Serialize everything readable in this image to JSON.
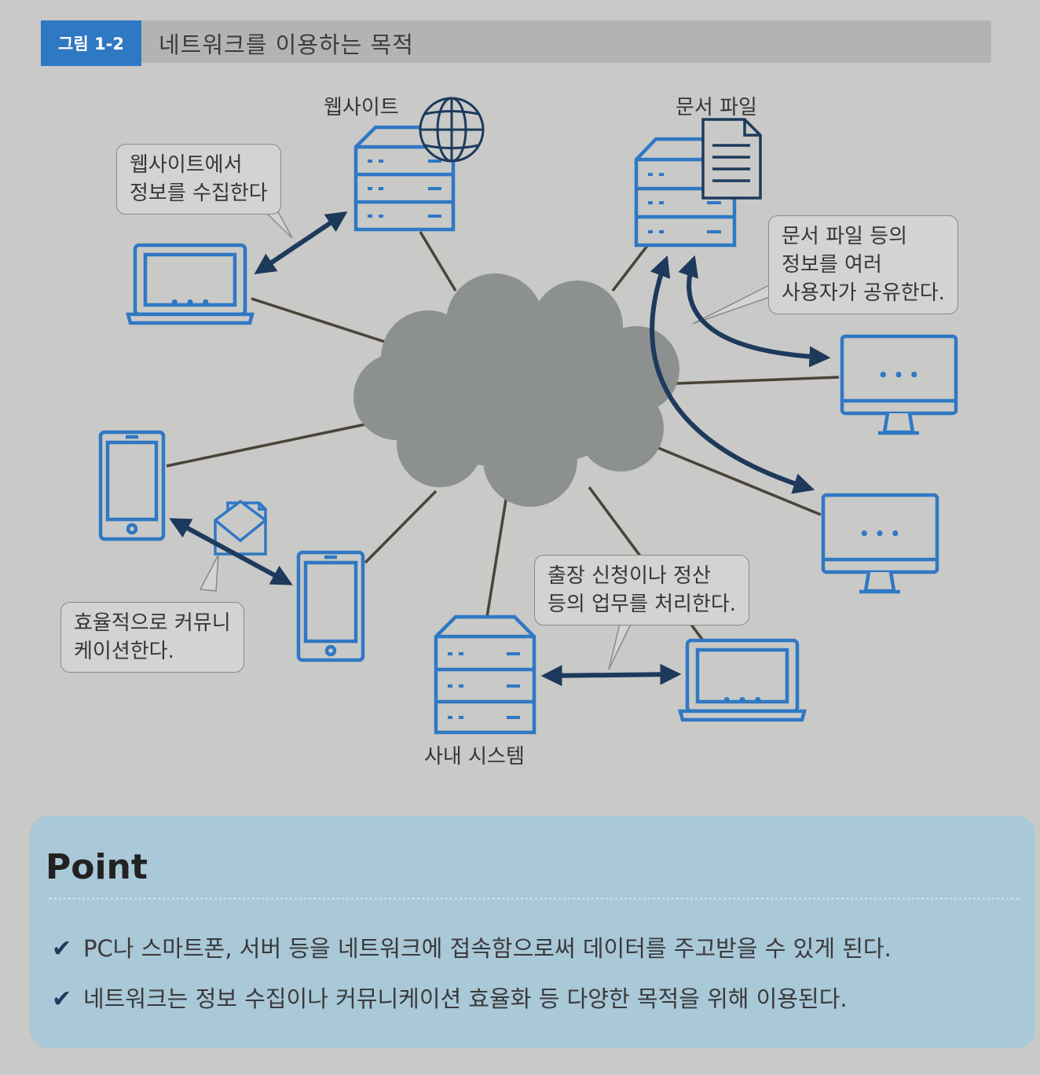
{
  "figure": {
    "number": "그림 1-2",
    "title": "네트워크를 이용하는 목적"
  },
  "labels": {
    "website": "웹사이트",
    "document_file": "문서 파일",
    "internal_system": "사내 시스템"
  },
  "callouts": {
    "website": [
      "웹사이트에서",
      "정보를 수집한다"
    ],
    "document": [
      "문서 파일 등의",
      "정보를 여러",
      "사용자가 공유한다."
    ],
    "communication": [
      "효율적으로 커뮤니",
      "케이션한다."
    ],
    "business": [
      "출장 신청이나 정산",
      "등의 업무를 처리한다."
    ]
  },
  "point": {
    "title": "Point",
    "items": [
      "PC나 스마트폰, 서버 등을 네트워크에 접속함으로써 데이터를 주고받을 수 있게 된다.",
      "네트워크는 정보 수집이나 커뮤니케이션 효율화 등 다양한 목적을 위해 이용된다."
    ]
  },
  "colors": {
    "device_blue": "#2f78c4",
    "arrow_navy": "#1d3a5c",
    "cloud_gray": "#8c908f",
    "line_brown": "#4a4438"
  }
}
